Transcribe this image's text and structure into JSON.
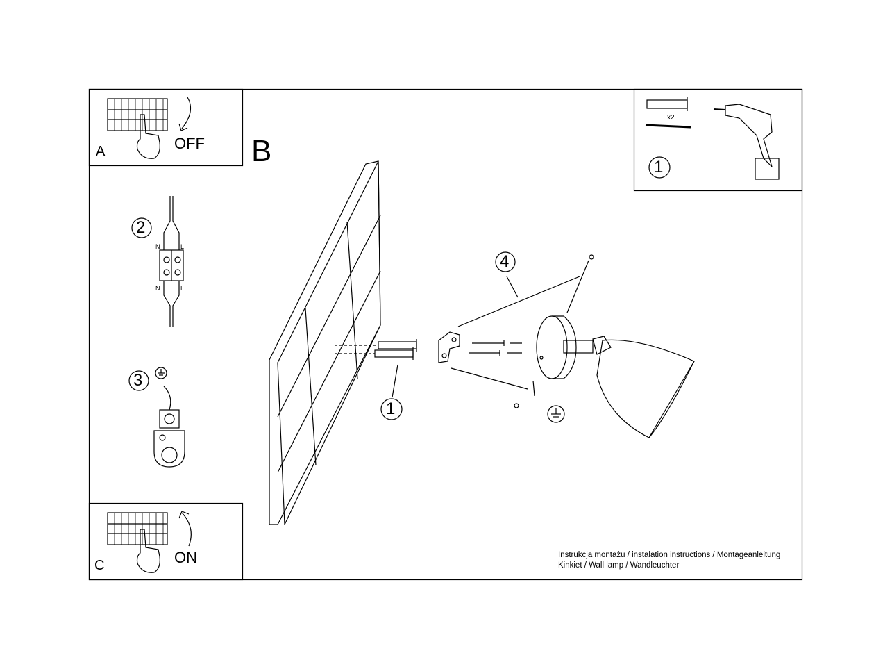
{
  "panel_a": {
    "letter": "A",
    "action": "OFF"
  },
  "panel_b": {
    "letter": "B"
  },
  "panel_c": {
    "letter": "C",
    "action": "ON"
  },
  "tools": {
    "quantity": "x2",
    "step": "1"
  },
  "wiring": {
    "step": "2",
    "neutral_top": "N",
    "live_top": "L",
    "neutral_bottom": "N",
    "live_bottom": "L"
  },
  "earth": {
    "step": "3"
  },
  "callouts": {
    "dowel_step": "1",
    "bracket_step": "4"
  },
  "caption": {
    "line1": "Instrukcja montażu / instalation instructions / Montageanleitung",
    "line2": "Kinkiet / Wall lamp / Wandleuchter"
  }
}
